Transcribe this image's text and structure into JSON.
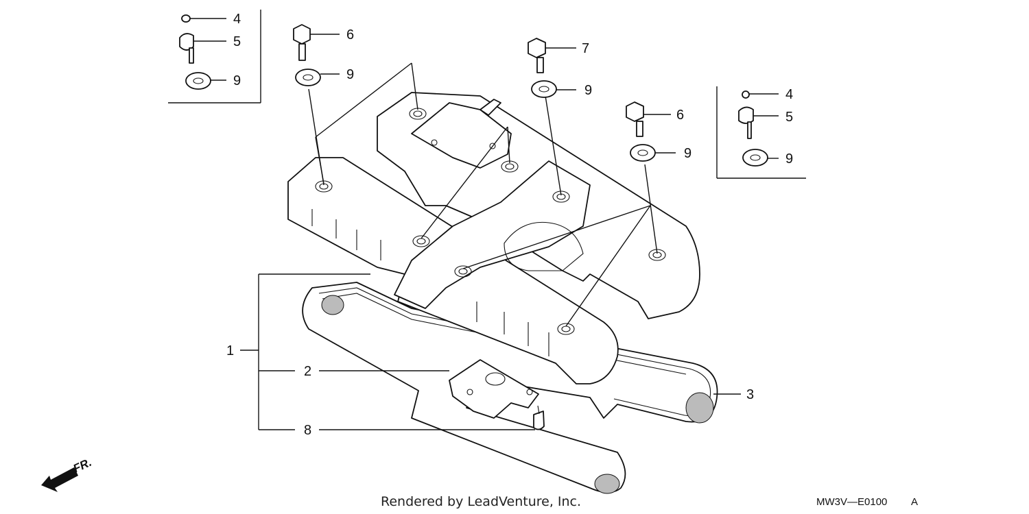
{
  "callouts": [
    {
      "id": "c4a",
      "label": "4"
    },
    {
      "id": "c5a",
      "label": "5"
    },
    {
      "id": "c9a",
      "label": "9"
    },
    {
      "id": "c6a",
      "label": "6"
    },
    {
      "id": "c9b",
      "label": "9"
    },
    {
      "id": "c7",
      "label": "7"
    },
    {
      "id": "c9c",
      "label": "9"
    },
    {
      "id": "c6b",
      "label": "6"
    },
    {
      "id": "c9d",
      "label": "9"
    },
    {
      "id": "c4b",
      "label": "4"
    },
    {
      "id": "c5b",
      "label": "5"
    },
    {
      "id": "c9e",
      "label": "9"
    },
    {
      "id": "c1",
      "label": "1"
    },
    {
      "id": "c2",
      "label": "2"
    },
    {
      "id": "c3",
      "label": "3"
    },
    {
      "id": "c8",
      "label": "8"
    }
  ],
  "front_marker": "FR.",
  "credit": "Rendered by LeadVenture, Inc.",
  "diagram_code": "MW3V—E0100",
  "diagram_suffix": "A"
}
